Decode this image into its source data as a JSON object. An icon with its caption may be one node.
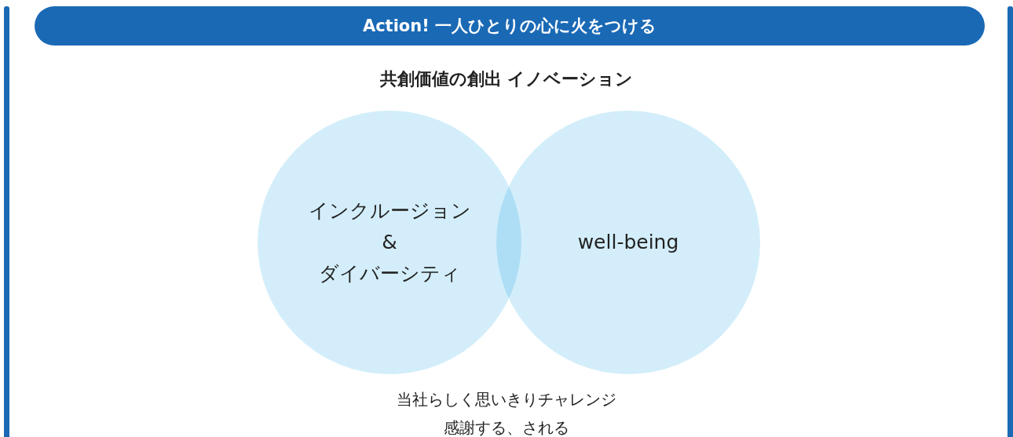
{
  "diagram": {
    "title": "共創価値の創出 イノベーション",
    "nodes": [
      {
        "text": [
          "Action! 一人ひとりの心に火をつける"
        ]
      },
      {
        "text": [
          "インクルージョン & ダイバーシティ"
        ]
      },
      {
        "text": [
          "well-being"
        ]
      }
    ],
    "labels": [
      "当社らしく思いきりチャレンジ",
      "感謝する、される"
    ]
  }
}
